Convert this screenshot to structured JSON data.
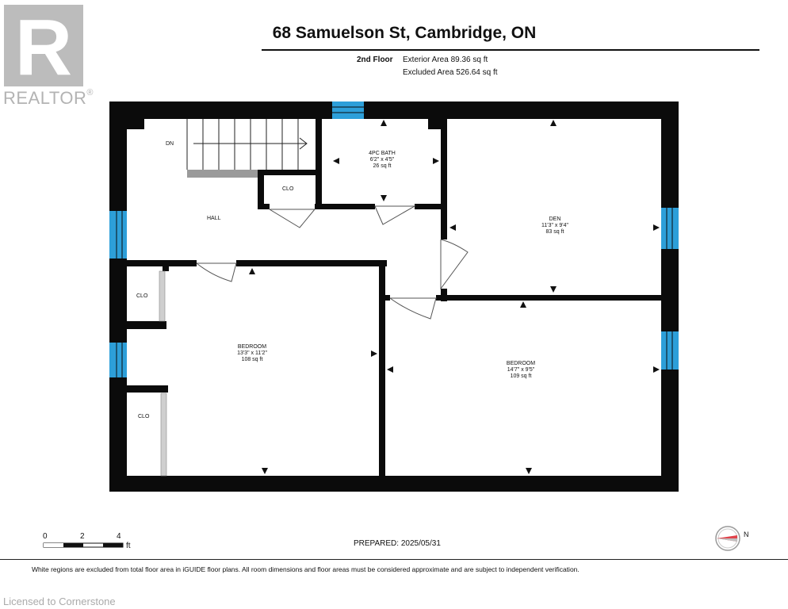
{
  "brand": {
    "logo_letter": "R",
    "name": "REALTOR",
    "registered": "®"
  },
  "header": {
    "address": "68 Samuelson St, Cambridge, ON",
    "floor": "2nd Floor",
    "exterior_area": "Exterior Area 89.36 sq ft",
    "excluded_area": "Excluded Area 526.64 sq ft"
  },
  "rooms": {
    "hall": "HALL",
    "dn": "DN",
    "clo_top": "CLO",
    "bath_name": "4PC BATH",
    "bath_dims": "6'2\" x 4'5\"",
    "bath_area": "26 sq ft",
    "den_name": "DEN",
    "den_dims": "11'3\" x 9'4\"",
    "den_area": "83 sq ft",
    "bed1_name": "BEDROOM",
    "bed1_dims": "13'3\" x 11'2\"",
    "bed1_area": "108 sq ft",
    "bed2_name": "BEDROOM",
    "bed2_dims": "14'7\" x 9'5\"",
    "bed2_area": "109 sq ft",
    "clo_left_upper": "CLO",
    "clo_left_lower": "CLO"
  },
  "scale": {
    "t0": "0",
    "t2": "2",
    "t4": "4",
    "unit": "ft"
  },
  "footer": {
    "prepared": "PREPARED:  2025/05/31",
    "compass_n": "N",
    "disclaimer": "White regions are excluded from total floor area in iGUIDE floor plans. All room dimensions and floor areas must be considered approximate and are subject to independent verification.",
    "license": "Licensed to Cornerstone"
  },
  "colors": {
    "wall": "#0b0b0b",
    "window": "#2d9fd9",
    "door_swing": "#555555",
    "logo": "#bcbcbc"
  }
}
